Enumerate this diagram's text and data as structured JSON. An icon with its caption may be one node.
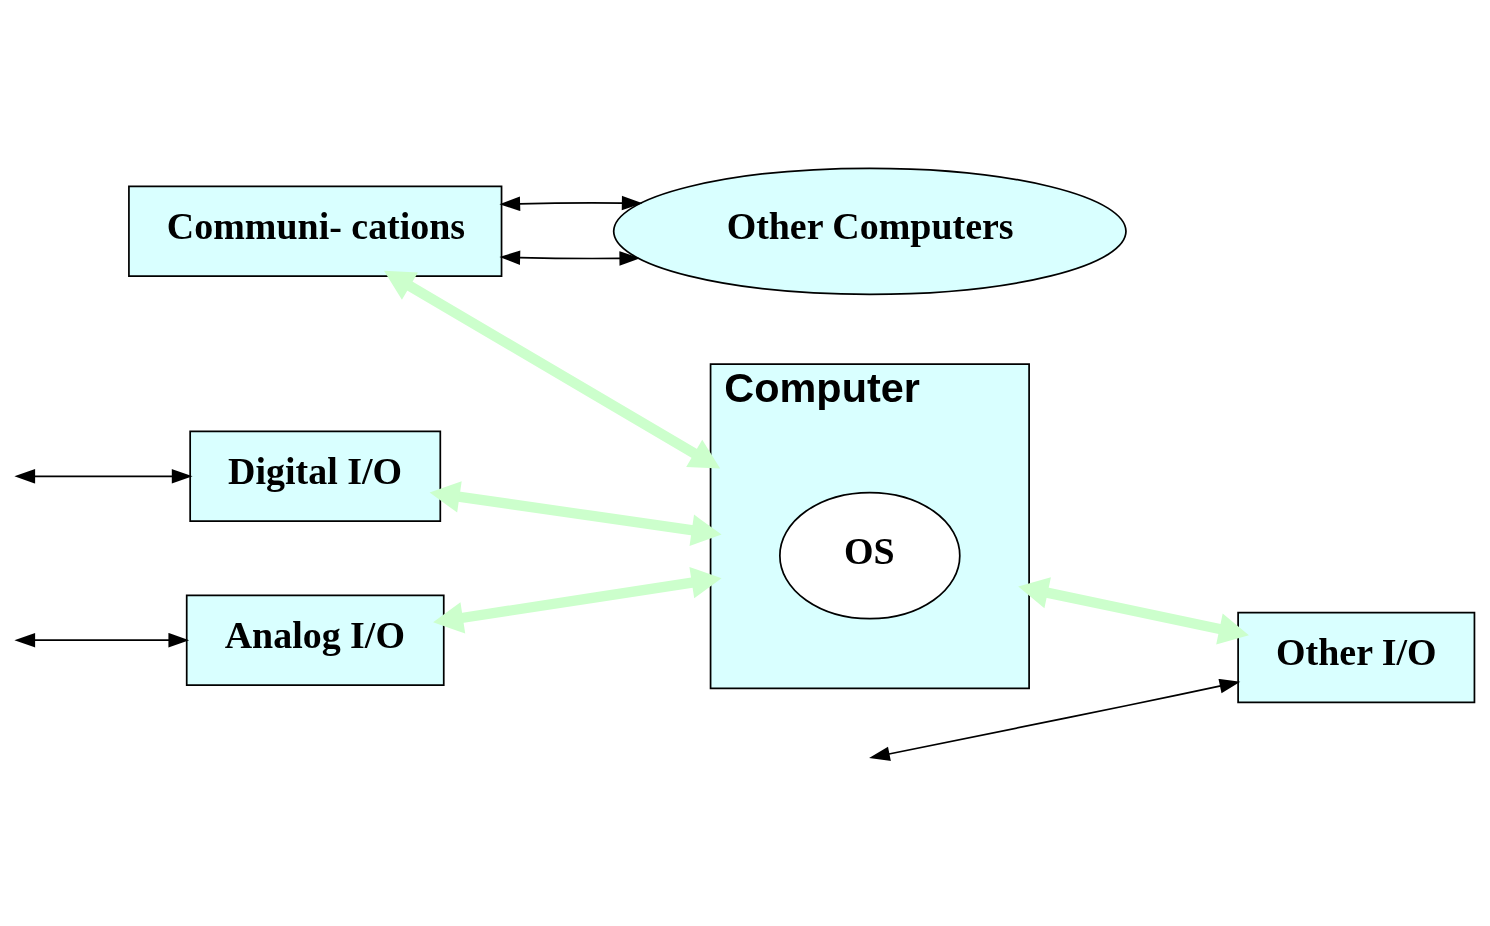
{
  "diagram": {
    "nodes": [
      {
        "text": [
          "Communi- cations"
        ]
      },
      {
        "text": [
          "Other Computers"
        ]
      },
      {
        "text": [
          "Digital I/O"
        ]
      },
      {
        "text": [
          "Computer"
        ]
      },
      {
        "text": [
          "OS"
        ],
        "in": 3
      },
      {
        "text": [
          "Analog I/O"
        ]
      },
      {
        "text": [
          "Other I/O"
        ]
      }
    ],
    "edges": [
      {
        "from": 0,
        "to": 1,
        "arrow": "both"
      },
      {
        "from": 0,
        "to": 1,
        "arrow": "both"
      },
      {
        "from": null,
        "to": 2,
        "arrow": "both"
      },
      {
        "from": 2,
        "to": 3,
        "arrow": "both",
        "style": "thick",
        "color": "#ccffcc"
      },
      {
        "from": 0,
        "to": 3,
        "arrow": "both",
        "style": "thick",
        "color": "#ccffcc"
      },
      {
        "from": null,
        "to": 5,
        "arrow": "both"
      },
      {
        "from": 5,
        "to": 3,
        "arrow": "both",
        "style": "thick",
        "color": "#ccffcc"
      },
      {
        "from": 3,
        "to": 6,
        "arrow": "both",
        "style": "thick",
        "color": "#ccffcc"
      },
      {
        "from": null,
        "to": 6,
        "arrow": "both"
      }
    ]
  }
}
